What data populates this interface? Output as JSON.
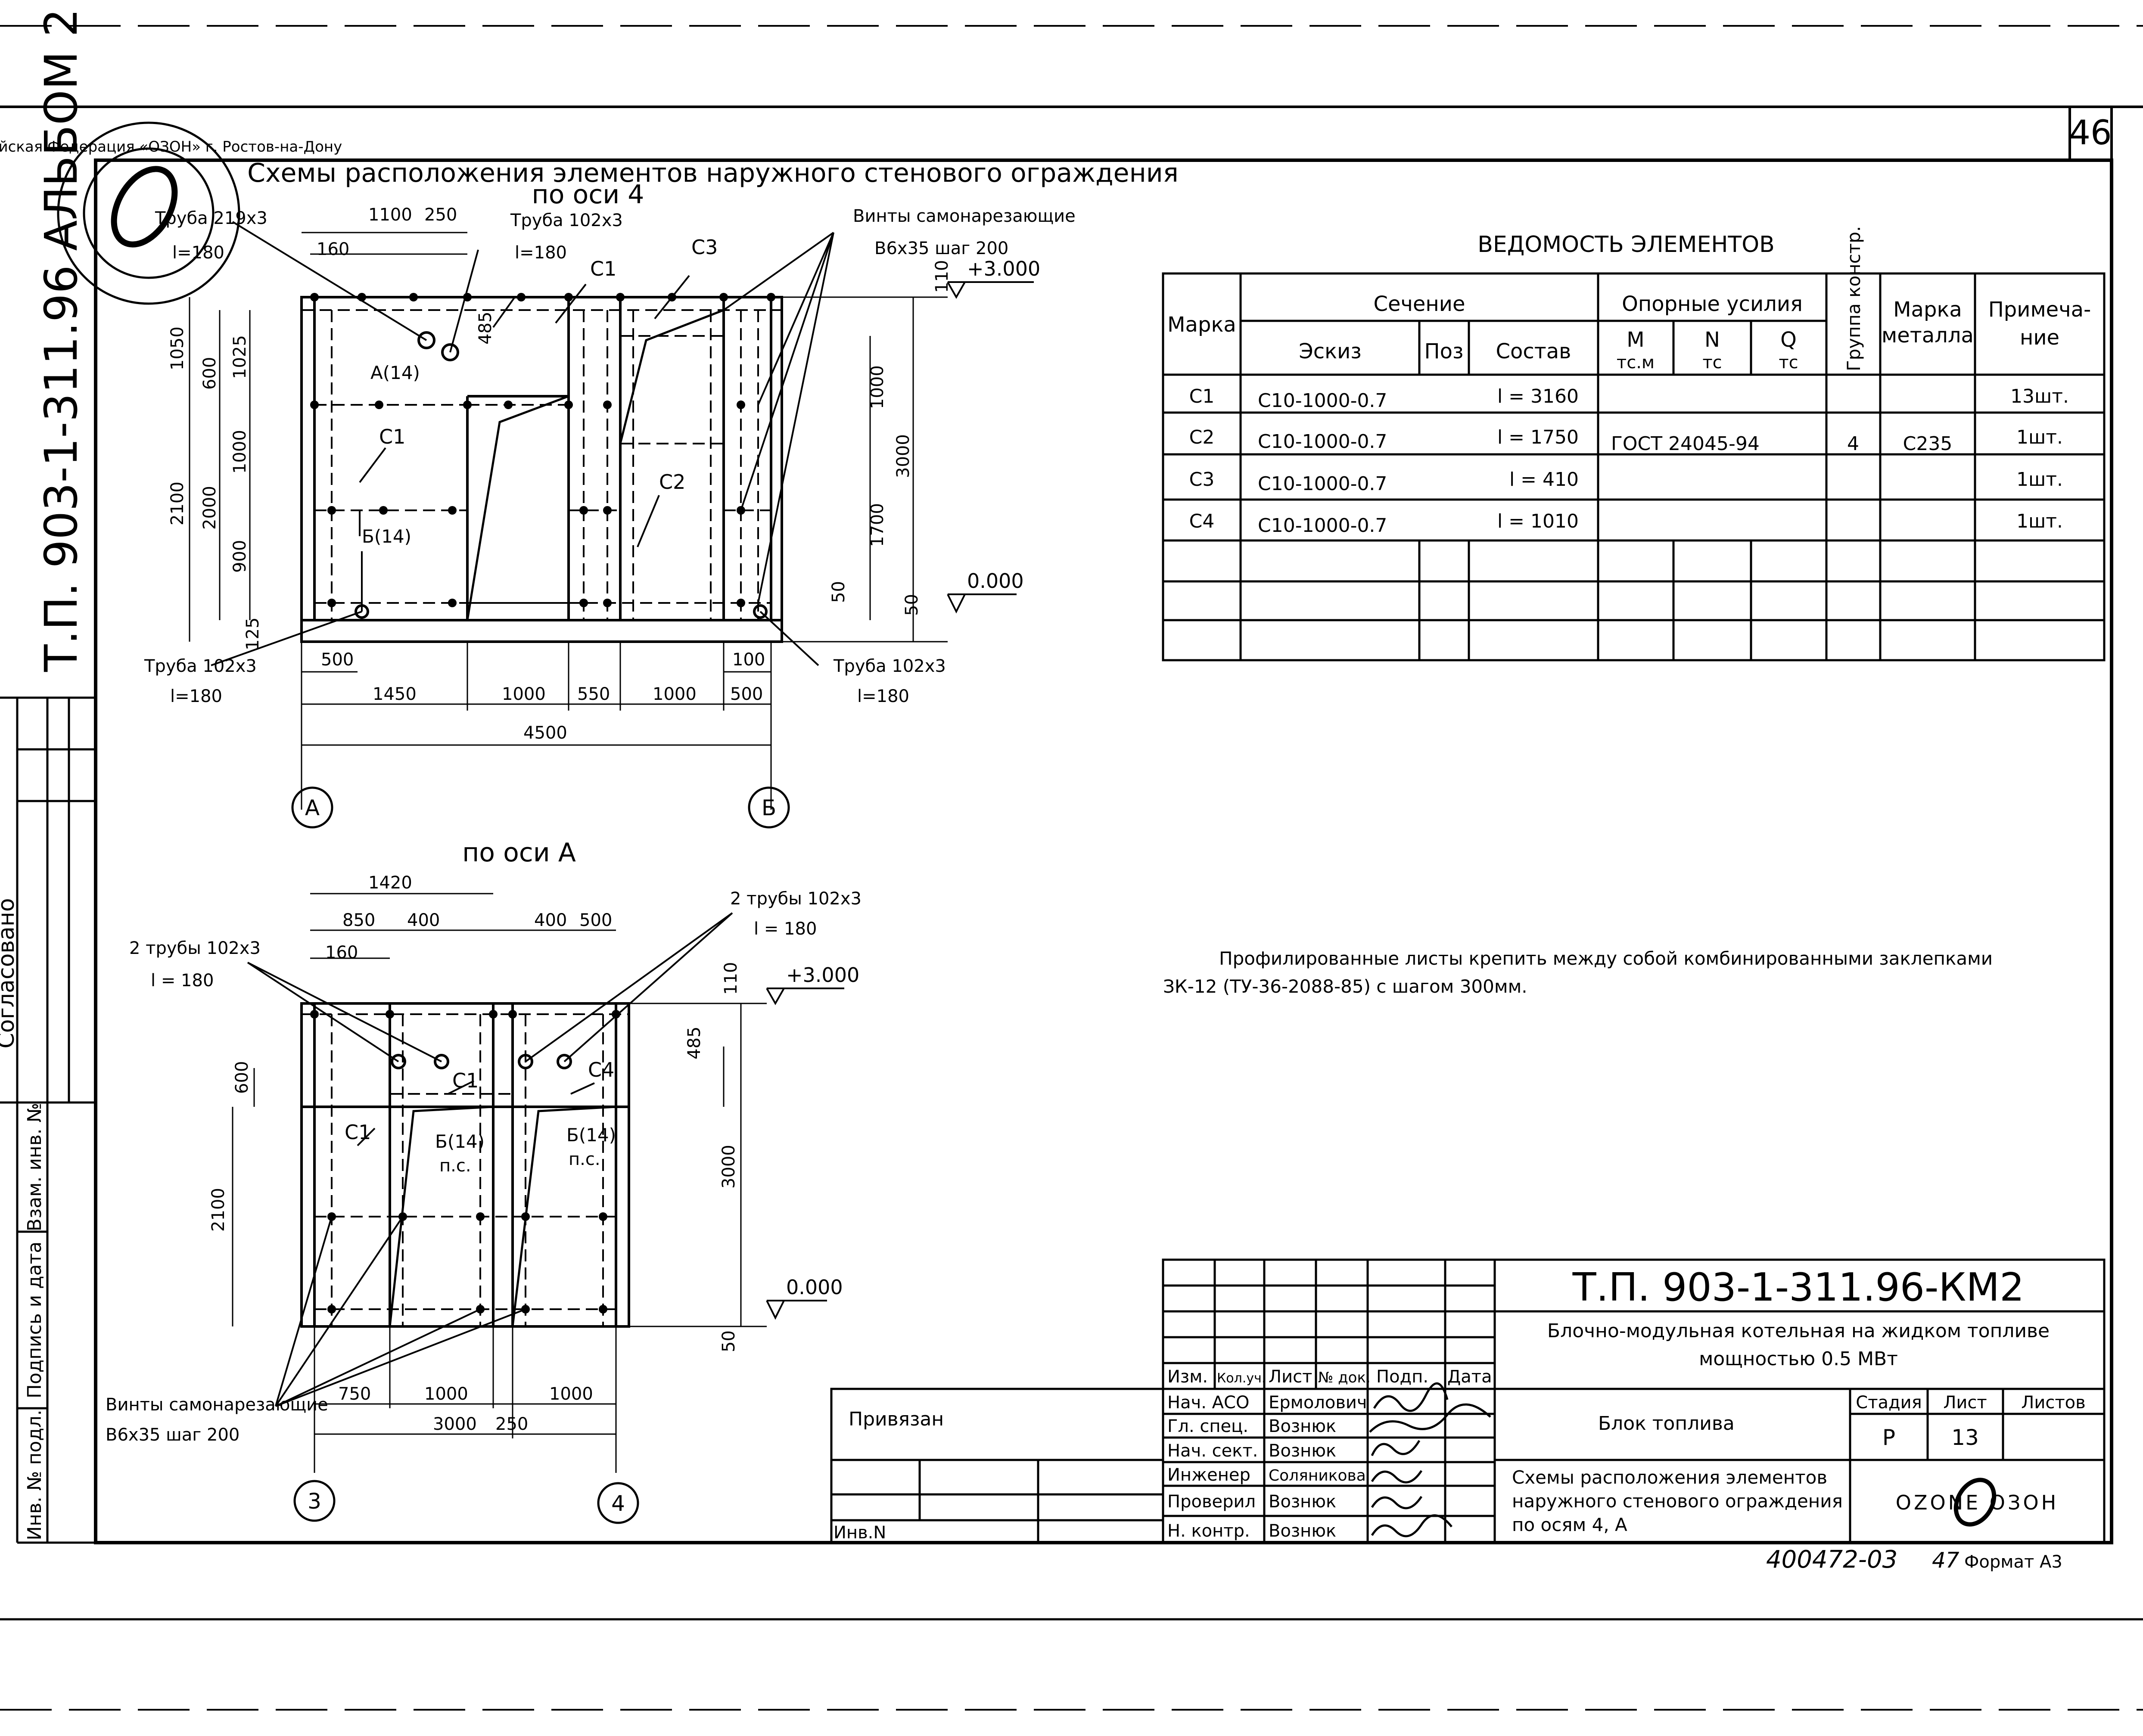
{
  "sheet": {
    "page_number": "46",
    "side_title": "Т.П. 903-1-311.96 АЛЬБОМ 2",
    "drawing_title_line1": "Схемы расположения элементов наружного стенового ограждения",
    "drawing_title_line2": "по оси 4",
    "subtitle_axis_a": "по оси А",
    "left_strip": {
      "agreed": "Согласовано",
      "replace_inv": "Взам. инв. №",
      "sign_date": "Подпись и дата",
      "inv_orig": "Инв. № подл."
    },
    "stamp_seal": "Российская Федерация «ОЗОН» г. Ростов-на-Дону"
  },
  "view_axis4": {
    "callout_pipe_219": "Труба 219х3",
    "callout_pipe_219_len": "l=180",
    "callout_pipe_top": "Труба 102х3",
    "callout_pipe_top_len": "l=180",
    "callout_screws": "Винты самонарезающие",
    "callout_screws_spec": "В6х35 шаг 200",
    "callout_pipe_left": "Труба 102х3",
    "callout_pipe_left_len": "l=180",
    "callout_pipe_right": "Труба 102х3",
    "callout_pipe_right_len": "l=180",
    "mark_c1a": "С1",
    "mark_c1b": "С1",
    "mark_c2": "С2",
    "mark_c3": "С3",
    "mark_a14": "А(14)",
    "mark_b14": "Б(14)",
    "level_top": "+3.000",
    "level_zero": "0.000",
    "dim_top_1100": "1100",
    "dim_top_250": "250",
    "dim_top_160": "160",
    "dim_110": "110",
    "dim_485": "485",
    "dim_1050": "1050",
    "dim_600": "600",
    "dim_1025": "1025",
    "dim_1000_l": "1000",
    "dim_2100": "2100",
    "dim_2000": "2000",
    "dim_900": "900",
    "dim_125": "125",
    "dim_1000_r": "1000",
    "dim_3000": "3000",
    "dim_1700": "1700",
    "dim_50a": "50",
    "dim_50b": "50",
    "dim_500_b": "500",
    "dim_100_b": "100",
    "dim_b_1450": "1450",
    "dim_b_1000a": "1000",
    "dim_b_550": "550",
    "dim_b_1000b": "1000",
    "dim_b_500": "500",
    "dim_total": "4500",
    "axis_left": "А",
    "axis_right": "Б"
  },
  "view_axisA": {
    "dim_1420": "1420",
    "dim_850": "850",
    "dim_400a": "400",
    "dim_400b": "400",
    "dim_500": "500",
    "dim_160": "160",
    "dim_110": "110",
    "dim_485": "485",
    "dim_600": "600",
    "dim_2100": "2100",
    "dim_3000_v": "3000",
    "dim_50": "50",
    "callout_2pipes_left": "2 трубы 102х3",
    "callout_2pipes_left_len": "l = 180",
    "callout_2pipes_right": "2 трубы 102х3",
    "callout_2pipes_right_len": "l = 180",
    "callout_screws": "Винты самонарезающие",
    "callout_screws_spec": "В6х35 шаг 200",
    "mark_c1a": "С1",
    "mark_c1b": "С1",
    "mark_c4": "С4",
    "mark_b14a": "Б(14)",
    "mark_b14a_note": "п.с.",
    "mark_b14b": "Б(14)",
    "mark_b14b_note": "п.с.",
    "level_top": "+3.000",
    "level_zero": "0.000",
    "dim_750": "750",
    "dim_1000a": "1000",
    "dim_1000b": "1000",
    "dim_3000_h": "3000",
    "dim_250": "250",
    "axis_left": "3",
    "axis_right": "4"
  },
  "spec_table": {
    "title": "ВЕДОМОСТЬ ЭЛЕМЕНТОВ",
    "h_mark": "Марка",
    "h_section": "Сечение",
    "h_sketch": "Эскиз",
    "h_pos": "Поз",
    "h_compose": "Состав",
    "h_forces": "Опорные усилия",
    "h_m": "М",
    "h_m_unit": "тс.м",
    "h_n": "N",
    "h_n_unit": "тс",
    "h_q": "Q",
    "h_q_unit": "тс",
    "h_group": "Группа констр.",
    "h_metal": "Марка металла",
    "h_note": "Примеча- ние",
    "rows": [
      {
        "mark": "С1",
        "sketch": "С10-1000-0.7",
        "compose": "l = 3160",
        "note": "13шт."
      },
      {
        "mark": "С2",
        "sketch": "С10-1000-0.7",
        "compose": "l = 1750",
        "note": "1шт."
      },
      {
        "mark": "С3",
        "sketch": "С10-1000-0.7",
        "compose": "l = 410",
        "note": "1шт."
      },
      {
        "mark": "С4",
        "sketch": "С10-1000-0.7",
        "compose": "l = 1010",
        "note": "1шт."
      }
    ],
    "forces_merged": "ГОСТ 24045-94",
    "group_merged": "4",
    "metal_merged": "С235"
  },
  "note": {
    "line1": "Профилированные листы крепить между собой комбинированными заклепками",
    "line2": "ЗК-12 (ТУ-36-2088-85) с шагом 300мм."
  },
  "title_block": {
    "code": "Т.П. 903-1-311.96-КМ2",
    "object_line1": "Блочно-модульная котельная на жидком топливе",
    "object_line2": "мощностью 0.5 МВт",
    "unit": "Блок топлива",
    "sheet_title_line1": "Схемы расположения элементов",
    "sheet_title_line2": "наружного стенового ограждения",
    "sheet_title_line3": "по осям 4, А",
    "h_izm": "Изм.",
    "h_koluch": "Кол.уч.",
    "h_list": "Лист",
    "h_ndoc": "№ док.",
    "h_podp": "Подп.",
    "h_data": "Дата",
    "roles": [
      {
        "role": "Нач. АСО",
        "name": "Ермолович"
      },
      {
        "role": "Гл. спец.",
        "name": "Вознюк"
      },
      {
        "role": "Нач. сект.",
        "name": "Вознюк"
      },
      {
        "role": "Инженер",
        "name": "Соляникова"
      },
      {
        "role": "Проверил",
        "name": "Вознюк"
      },
      {
        "role": "Н. контр.",
        "name": "Вознюк"
      }
    ],
    "h_stage": "Стадия",
    "h_sheet": "Лист",
    "h_sheets": "Листов",
    "stage": "Р",
    "sheet": "13",
    "sheets": "",
    "company": "OZONE ОЗОН",
    "bound": "Привязан",
    "inv": "Инв.N",
    "archive_no": "400472-03",
    "archive_no2": "47",
    "format": "Формат А3"
  }
}
